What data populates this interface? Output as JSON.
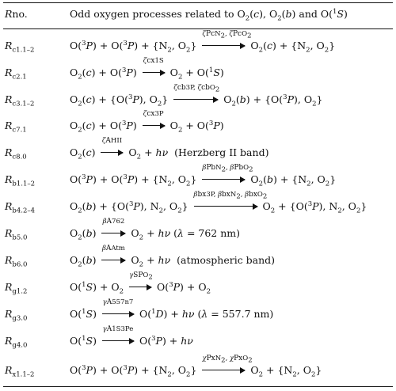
{
  "header": {
    "col_rno": "Rno.",
    "col_proc": "Odd oxygen processes related to O2(c), O2(b) and O(1S)"
  },
  "rows": [
    {
      "id": "Rc1.1–2",
      "label": "c1.1–2",
      "lhs": "O(3P) + O(3P) + {N2, O2}",
      "coef": "ζ^Pc_N2, ζ^Pc_O2",
      "rhs": "O2(c) + {N2, O2}"
    },
    {
      "id": "Rc2.1",
      "label": "c2.1",
      "lhs": "O2(c) + O(3P)",
      "coef": "ζ^cx_1S",
      "rhs": "O2 + O(1S)"
    },
    {
      "id": "Rc3.1–2",
      "label": "c3.1–2",
      "lhs": "O2(c) + {O(3P), O2}",
      "coef": "ζ^cb_3P, ζ^cb_O2",
      "rhs": "O2(b) + {O(3P), O2}"
    },
    {
      "id": "Rc7.1",
      "label": "c7.1",
      "lhs": "O2(c) + O(3P)",
      "coef": "ζ^cx_3P",
      "rhs": "O2 + O(3P)"
    },
    {
      "id": "Rc8.0",
      "label": "c8.0",
      "lhs": "O2(c)",
      "coef": "ζ^A_HII",
      "rhs": "O2 + hν",
      "note": "(Herzberg II band)"
    },
    {
      "id": "Rb1.1–2",
      "label": "b1.1–2",
      "lhs": "O(3P) + O(3P) + {N2, O2}",
      "coef": "β^Pb_N2, β^Pb_O2",
      "rhs": "O2(b) + {N2, O2}"
    },
    {
      "id": "Rb4.2–4",
      "label": "b4.2–4",
      "lhs": "O2(b) + {O(3P), N2, O2}",
      "coef": "β^bx_3P, β^bx_N2, β^bx_O2",
      "rhs": "O2 + {O(3P), N2, O2}"
    },
    {
      "id": "Rb5.0",
      "label": "b5.0",
      "lhs": "O2(b)",
      "coef": "β^A_762",
      "rhs": "O2 + hν (λ = 762 nm)"
    },
    {
      "id": "Rb6.0",
      "label": "b6.0",
      "lhs": "O2(b)",
      "coef": "β^A_Atm",
      "rhs": "O2 + hν",
      "note": "(atmospheric band)"
    },
    {
      "id": "Rg1.2",
      "label": "g1.2",
      "lhs": "O(1S) + O2",
      "coef": "γ^SP_O2",
      "rhs": "O(3P) + O2"
    },
    {
      "id": "Rg3.0",
      "label": "g3.0",
      "lhs": "O(1S)",
      "coef": "γ^A_557n7",
      "rhs": "O(1D) + hν (λ = 557.7 nm)"
    },
    {
      "id": "Rg4.0",
      "label": "g4.0",
      "lhs": "O(1S)",
      "coef": "γ^A_1S3Pe",
      "rhs": "O(3P) + hν"
    },
    {
      "id": "Rx1.1–2",
      "label": "x1.1–2",
      "lhs": "O(3P) + O(3P) + {N2, O2}",
      "coef": "χ^Px_N2, χ^Px_O2",
      "rhs": "O2 + {N2, O2}"
    }
  ]
}
